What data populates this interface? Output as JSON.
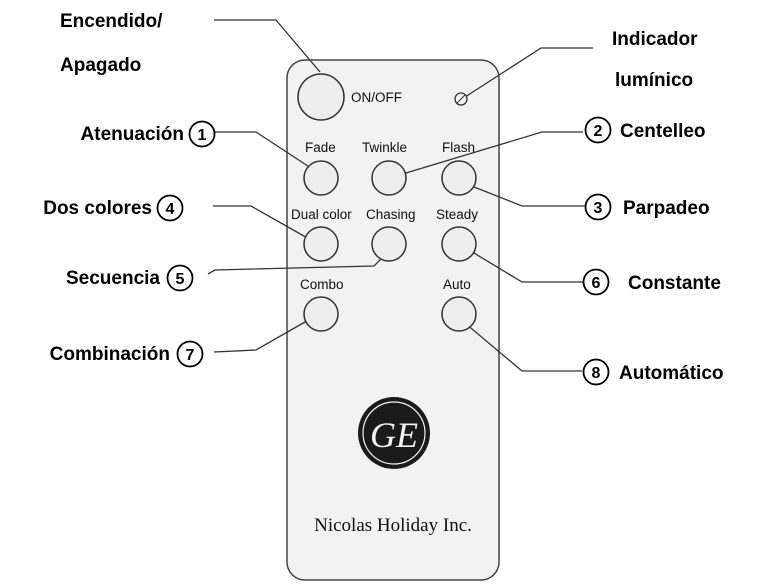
{
  "callouts": {
    "power": [
      "Encendido/",
      "Apagado"
    ],
    "indicator": [
      "Indicador",
      "lumínico"
    ],
    "fade": {
      "text": "Atenuación",
      "num": "1"
    },
    "twinkle": {
      "text": "Centelleo",
      "num": "2"
    },
    "flash": {
      "text": "Parpadeo",
      "num": "3"
    },
    "dual": {
      "text": "Dos colores",
      "num": "4"
    },
    "chasing": {
      "text": "Secuencia",
      "num": "5"
    },
    "steady": {
      "text": "Constante",
      "num": "6"
    },
    "combo": {
      "text": "Combinación",
      "num": "7"
    },
    "auto": {
      "text": "Automático",
      "num": "8"
    }
  },
  "remote": {
    "onoff": "ON/OFF",
    "fade": "Fade",
    "twinkle": "Twinkle",
    "flash": "Flash",
    "dual": "Dual color",
    "chasing": "Chasing",
    "steady": "Steady",
    "combo": "Combo",
    "auto": "Auto",
    "logo_text": "GE",
    "brand": "Nicolas Holiday Inc."
  },
  "colors": {
    "stroke": "#333333",
    "remote_fill": "#f2f2f2",
    "logo": "#1a1a1a"
  }
}
